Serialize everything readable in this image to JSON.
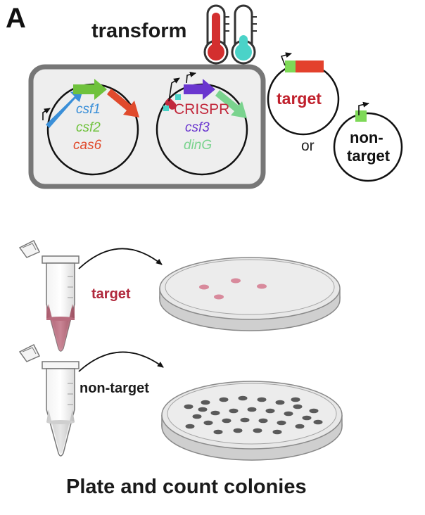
{
  "panel_label": "A",
  "header": {
    "title": "transform"
  },
  "plasmid1": {
    "genes": [
      "csf1",
      "csf2",
      "cas6"
    ]
  },
  "plasmid2": {
    "genes": [
      "CRISPR",
      "csf3",
      "dinG"
    ]
  },
  "target_plasmid": {
    "label": "target"
  },
  "separator": "or",
  "nontarget_plasmid": {
    "label_line1": "non-",
    "label_line2": "target"
  },
  "plates": {
    "target_label": "target",
    "nontarget_label": "non-target"
  },
  "caption": "Plate and count colonies",
  "colors": {
    "csf1": "#3a8fd8",
    "csf2": "#6fc23c",
    "cas6": "#e04a2c",
    "crispr": "#c2283c",
    "csf3": "#6a36cf",
    "dinG": "#7ad38e",
    "target": "#c0202c",
    "colony_target": "#d88a9c",
    "colony_nontarget": "#5a5a5a"
  }
}
